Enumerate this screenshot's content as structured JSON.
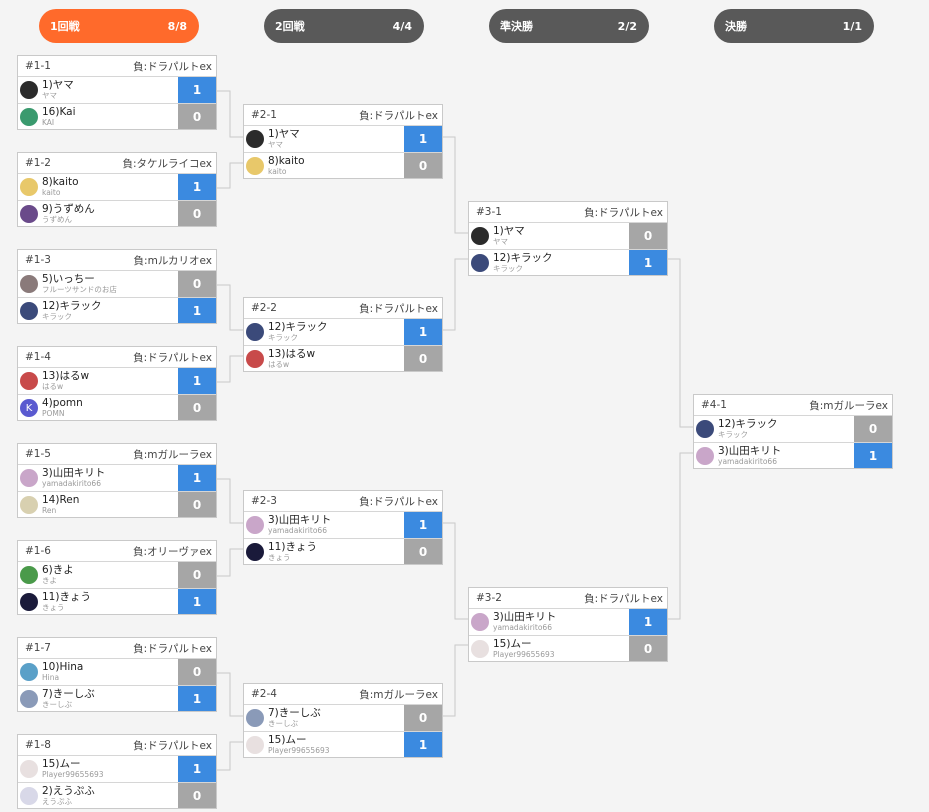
{
  "rounds": [
    {
      "label": "1回戦",
      "count": "8/8"
    },
    {
      "label": "2回戦",
      "count": "4/4"
    },
    {
      "label": "準決勝",
      "count": "2/2"
    },
    {
      "label": "決勝",
      "count": "1/1"
    }
  ],
  "colors": {
    "active_round": "#ff6a2b",
    "round": "#595959",
    "win": "#3b8ae0",
    "lose": "#a6a6a6"
  },
  "matches": [
    {
      "id": "#1-1",
      "loser": "負:ドラパルトex",
      "p": [
        {
          "name": "1)ヤマ",
          "sub": "ヤマ",
          "score": "1",
          "win": true,
          "av": "#2b2b2b"
        },
        {
          "name": "16)Kai",
          "sub": "KAI",
          "score": "0",
          "win": false,
          "av": "#3a9a6e"
        }
      ]
    },
    {
      "id": "#1-2",
      "loser": "負:タケルライコex",
      "p": [
        {
          "name": "8)kaito",
          "sub": "kaito",
          "score": "1",
          "win": true,
          "av": "#e8c86a"
        },
        {
          "name": "9)うずめん",
          "sub": "うずめん",
          "score": "0",
          "win": false,
          "av": "#6a4a8a"
        }
      ]
    },
    {
      "id": "#1-3",
      "loser": "負:mルカリオex",
      "p": [
        {
          "name": "5)いっちー",
          "sub": "フルーツサンドのお店",
          "score": "0",
          "win": false,
          "av": "#8a7a7a"
        },
        {
          "name": "12)キラック",
          "sub": "キラック",
          "score": "1",
          "win": true,
          "av": "#3b4a7a"
        }
      ]
    },
    {
      "id": "#1-4",
      "loser": "負:ドラパルトex",
      "p": [
        {
          "name": "13)はるw",
          "sub": "はるw",
          "score": "1",
          "win": true,
          "av": "#c84a4a"
        },
        {
          "name": "4)pomn",
          "sub": "POMN",
          "score": "0",
          "win": false,
          "av": "#5a5ad0",
          "letter": "K"
        }
      ]
    },
    {
      "id": "#1-5",
      "loser": "負:mガルーラex",
      "p": [
        {
          "name": "3)山田キリト",
          "sub": "yamadakirito66",
          "score": "1",
          "win": true,
          "av": "#c9a6c9"
        },
        {
          "name": "14)Ren",
          "sub": "Ren",
          "score": "0",
          "win": false,
          "av": "#d8d0b0"
        }
      ]
    },
    {
      "id": "#1-6",
      "loser": "負:オリーヴァex",
      "p": [
        {
          "name": "6)きよ",
          "sub": "きよ",
          "score": "0",
          "win": false,
          "av": "#4a9a4a"
        },
        {
          "name": "11)きょう",
          "sub": "きょう",
          "score": "1",
          "win": true,
          "av": "#1a1a3a"
        }
      ]
    },
    {
      "id": "#1-7",
      "loser": "負:ドラパルトex",
      "p": [
        {
          "name": "10)Hina",
          "sub": "Hina",
          "score": "0",
          "win": false,
          "av": "#5aa0c8"
        },
        {
          "name": "7)きーしぶ",
          "sub": "きーしぶ",
          "score": "1",
          "win": true,
          "av": "#8a9ab8"
        }
      ]
    },
    {
      "id": "#1-8",
      "loser": "負:ドラパルトex",
      "p": [
        {
          "name": "15)ムー",
          "sub": "Player99655693",
          "score": "1",
          "win": true,
          "av": "#e8e0e0"
        },
        {
          "name": "2)えうぷふ",
          "sub": "えうぷふ",
          "score": "0",
          "win": false,
          "av": "#d8d8e8"
        }
      ]
    },
    {
      "id": "#2-1",
      "loser": "負:ドラパルトex",
      "p": [
        {
          "name": "1)ヤマ",
          "sub": "ヤマ",
          "score": "1",
          "win": true,
          "av": "#2b2b2b"
        },
        {
          "name": "8)kaito",
          "sub": "kaito",
          "score": "0",
          "win": false,
          "av": "#e8c86a"
        }
      ]
    },
    {
      "id": "#2-2",
      "loser": "負:ドラパルトex",
      "p": [
        {
          "name": "12)キラック",
          "sub": "キラック",
          "score": "1",
          "win": true,
          "av": "#3b4a7a"
        },
        {
          "name": "13)はるw",
          "sub": "はるw",
          "score": "0",
          "win": false,
          "av": "#c84a4a"
        }
      ]
    },
    {
      "id": "#2-3",
      "loser": "負:ドラパルトex",
      "p": [
        {
          "name": "3)山田キリト",
          "sub": "yamadakirito66",
          "score": "1",
          "win": true,
          "av": "#c9a6c9"
        },
        {
          "name": "11)きょう",
          "sub": "きょう",
          "score": "0",
          "win": false,
          "av": "#1a1a3a"
        }
      ]
    },
    {
      "id": "#2-4",
      "loser": "負:mガルーラex",
      "p": [
        {
          "name": "7)きーしぶ",
          "sub": "きーしぶ",
          "score": "0",
          "win": false,
          "av": "#8a9ab8"
        },
        {
          "name": "15)ムー",
          "sub": "Player99655693",
          "score": "1",
          "win": true,
          "av": "#e8e0e0"
        }
      ]
    },
    {
      "id": "#3-1",
      "loser": "負:ドラパルトex",
      "p": [
        {
          "name": "1)ヤマ",
          "sub": "ヤマ",
          "score": "0",
          "win": false,
          "av": "#2b2b2b"
        },
        {
          "name": "12)キラック",
          "sub": "キラック",
          "score": "1",
          "win": true,
          "av": "#3b4a7a"
        }
      ]
    },
    {
      "id": "#3-2",
      "loser": "負:ドラパルトex",
      "p": [
        {
          "name": "3)山田キリト",
          "sub": "yamadakirito66",
          "score": "1",
          "win": true,
          "av": "#c9a6c9"
        },
        {
          "name": "15)ムー",
          "sub": "Player99655693",
          "score": "0",
          "win": false,
          "av": "#e8e0e0"
        }
      ]
    },
    {
      "id": "#4-1",
      "loser": "負:mガルーラex",
      "p": [
        {
          "name": "12)キラック",
          "sub": "キラック",
          "score": "0",
          "win": false,
          "av": "#3b4a7a"
        },
        {
          "name": "3)山田キリト",
          "sub": "yamadakirito66",
          "score": "1",
          "win": true,
          "av": "#c9a6c9"
        }
      ]
    }
  ]
}
